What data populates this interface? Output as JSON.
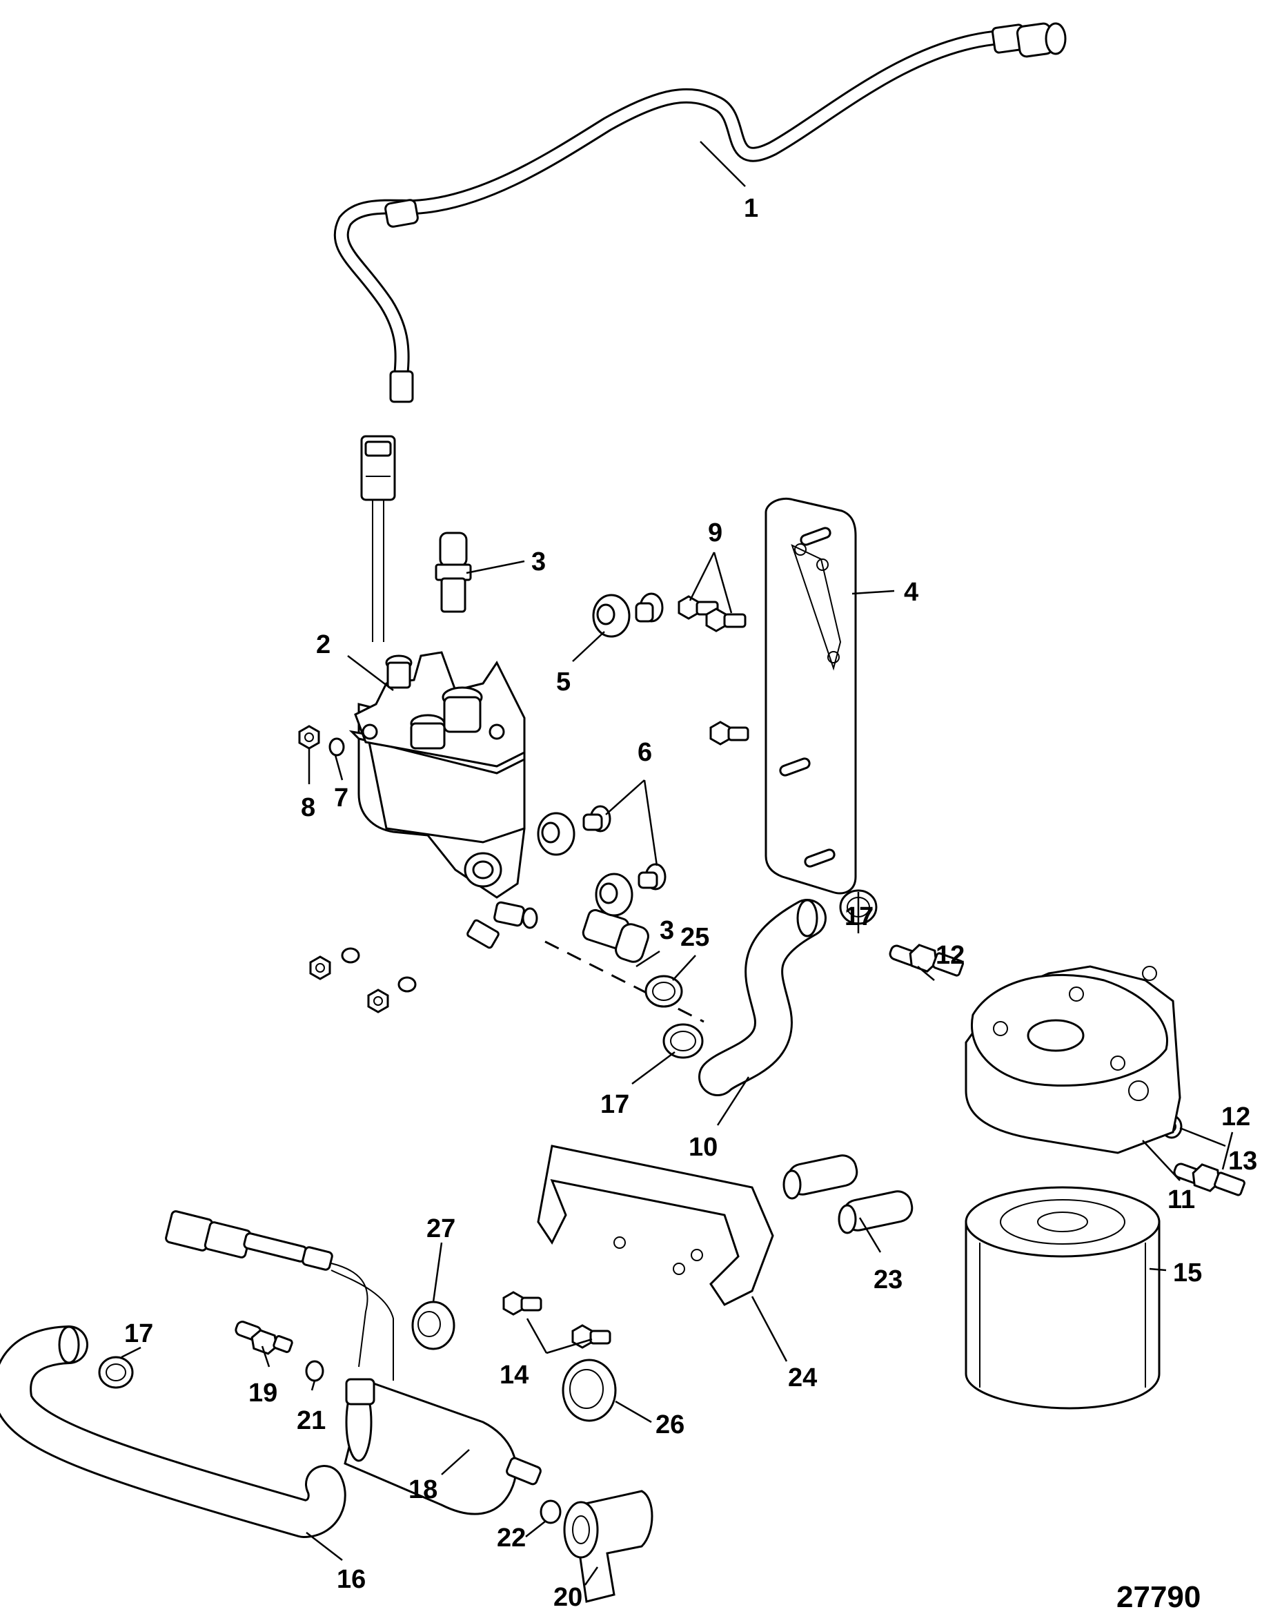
{
  "diagram": {
    "reference_number": "27790",
    "callouts": [
      "1",
      "2",
      "3",
      "4",
      "5",
      "6",
      "7",
      "8",
      "9",
      "3",
      "25",
      "17",
      "12",
      "10",
      "17",
      "12",
      "13",
      "11",
      "27",
      "23",
      "15",
      "17",
      "24",
      "14",
      "19",
      "21",
      "26",
      "18",
      "22",
      "16",
      "20"
    ]
  }
}
